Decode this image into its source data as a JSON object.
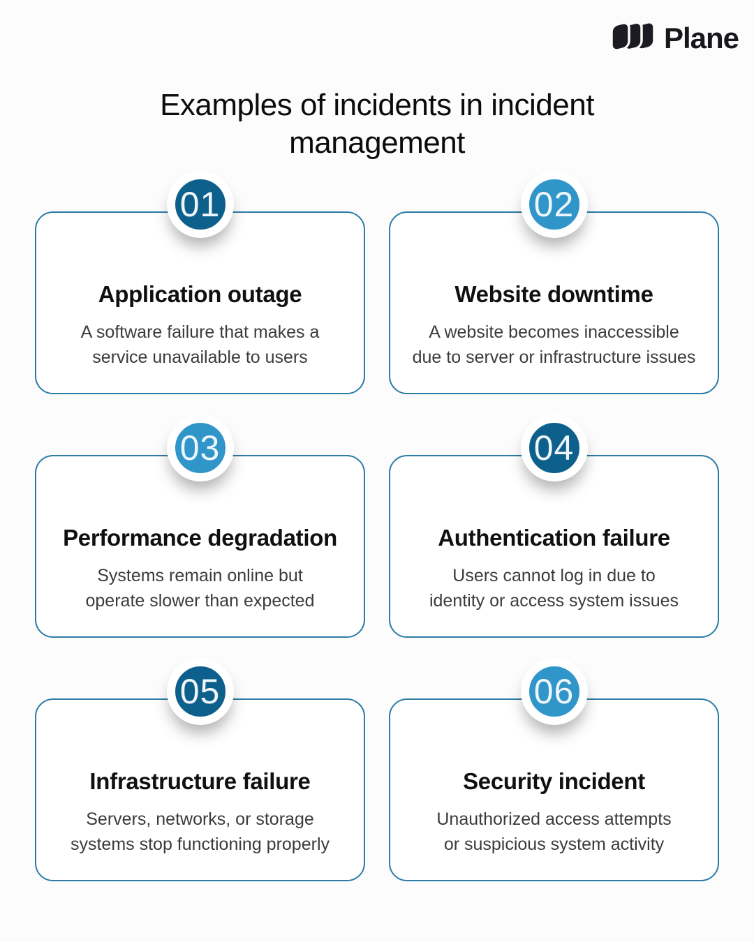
{
  "logo": {
    "brand": "Plane"
  },
  "title": "Examples of incidents in incident\nmanagement",
  "colors": {
    "dark_circle": "#0e608c",
    "light_circle": "#3095c9",
    "card_border": "#2b7ca7",
    "circle_number_text": "#eef6fb",
    "title_text": "#0b0b0b",
    "card_title_text": "#101010",
    "description_text": "#3b3b3b",
    "logo_text": "#17171c"
  },
  "cards": [
    {
      "number": "01",
      "title": "Application outage",
      "description": "A software failure that makes a\nservice unavailable to users",
      "circle": "dark_circle"
    },
    {
      "number": "02",
      "title": "Website downtime",
      "description": "A website becomes inaccessible\ndue to server or infrastructure issues",
      "circle": "light_circle"
    },
    {
      "number": "03",
      "title": "Performance degradation",
      "description": "Systems remain online but\noperate slower than expected",
      "circle": "light_circle"
    },
    {
      "number": "04",
      "title": "Authentication failure",
      "description": "Users cannot log in due to\nidentity or access system issues",
      "circle": "dark_circle"
    },
    {
      "number": "05",
      "title": "Infrastructure failure",
      "description": "Servers, networks, or storage\nsystems stop functioning properly",
      "circle": "dark_circle"
    },
    {
      "number": "06",
      "title": "Security incident",
      "description": "Unauthorized access attempts\nor suspicious system activity",
      "circle": "light_circle"
    }
  ]
}
